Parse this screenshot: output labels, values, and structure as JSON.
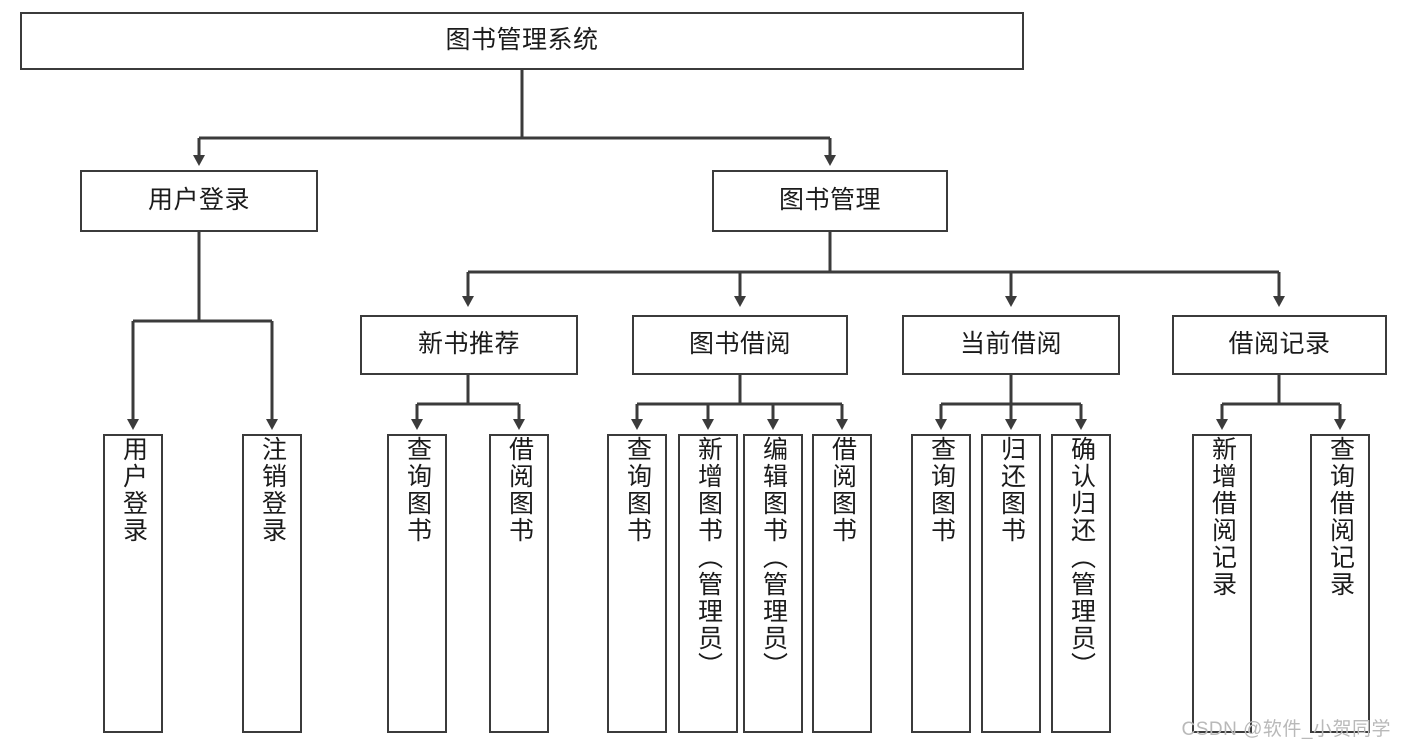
{
  "diagram": {
    "type": "tree",
    "title": "图书管理系统",
    "watermark": "CSDN @软件_小贺同学",
    "colors": {
      "stroke": "#3b3b3b",
      "fill": "#ffffff",
      "text": "#1b1b1b",
      "watermark": "#b9b9b9"
    },
    "nodes": {
      "root": "图书管理系统",
      "level2": {
        "user_login": "用户登录",
        "book_manage": "图书管理"
      },
      "level3": {
        "new_book_rec": "新书推荐",
        "book_borrow": "图书借阅",
        "current_borrow": "当前借阅",
        "borrow_record": "借阅记录"
      },
      "leaves": {
        "user_login_1": "用户登录",
        "user_login_2": "注销登录",
        "new_book_rec_1": "查询图书",
        "new_book_rec_2": "借阅图书",
        "book_borrow_1": "查询图书",
        "book_borrow_2": "新增图书（管理员）",
        "book_borrow_3": "编辑图书（管理员）",
        "book_borrow_4": "借阅图书",
        "current_borrow_1": "查询图书",
        "current_borrow_2": "归还图书",
        "current_borrow_3": "确认归还（管理员）",
        "borrow_record_1": "新增借阅记录",
        "borrow_record_2": "查询借阅记录"
      }
    }
  }
}
